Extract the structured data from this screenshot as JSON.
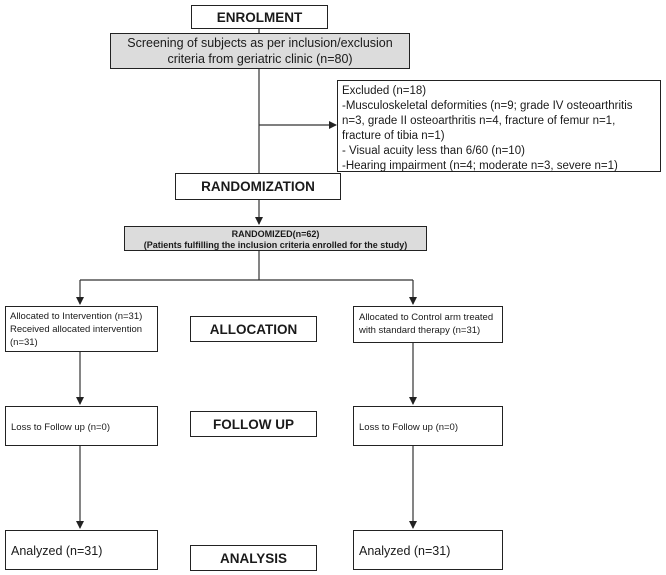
{
  "stages": {
    "enrolment": "ENROLMENT",
    "randomization": "RANDOMIZATION",
    "allocation": "ALLOCATION",
    "follow_up": "FOLLOW UP",
    "analysis": "ANALYSIS"
  },
  "screening": {
    "line1": "Screening of subjects as per inclusion/exclusion",
    "line2": "criteria from geriatric clinic (n=80)"
  },
  "excluded": {
    "lines": [
      "Excluded (n=18)",
      "-Musculoskeletal deformities (n=9; grade IV osteoarthritis",
      "n=3, grade II osteoarthritis n=4, fracture of femur n=1,",
      "fracture of tibia n=1)",
      "- Visual acuity less than 6/60 (n=10)",
      "-Hearing impairment (n=4; moderate n=3, severe n=1)"
    ]
  },
  "randomized": {
    "title": "RANDOMIZED(n=62)",
    "subtitle": "(Patients fulfilling the inclusion criteria enrolled for the study)"
  },
  "intervention": {
    "allocated_lines": [
      "Allocated to Intervention (n=31)",
      "Received allocated intervention",
      "(n=31)"
    ],
    "follow_up": "Loss to Follow up (n=0)",
    "analyzed": "Analyzed (n=31)"
  },
  "control": {
    "allocated_lines": [
      "Allocated to Control arm treated",
      "with standard therapy (n=31)"
    ],
    "follow_up": "Loss to Follow up (n=0)",
    "analyzed": "Analyzed (n=31)"
  }
}
